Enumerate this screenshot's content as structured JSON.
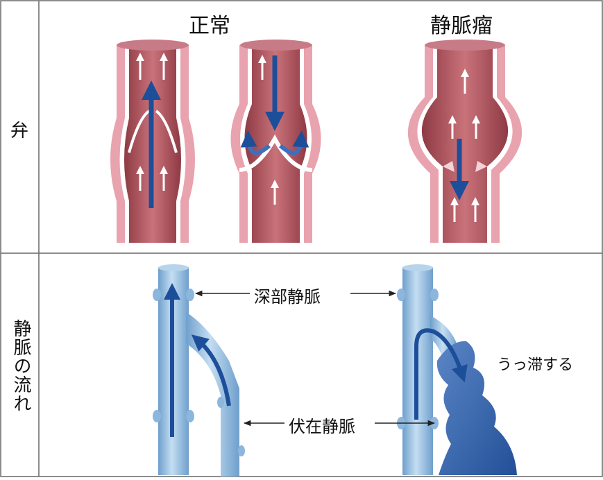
{
  "top_section": {
    "row_label": "弁",
    "normal_title": "正常",
    "varicose_title": "静脈瘤"
  },
  "bottom_section": {
    "row_label": "静脈の流れ",
    "deep_vein_label": "深部静脈",
    "superficial_vein_label": "伏在静脈",
    "stagnation_label": "うっ滞する"
  },
  "colors": {
    "vessel_wall": "#e8a3ae",
    "vessel_inner": "#b85a63",
    "vein_blue": "#9cc3e3",
    "arrow_blue": "#1d4e9a",
    "stagnant_blue": "#3b6bb0"
  }
}
